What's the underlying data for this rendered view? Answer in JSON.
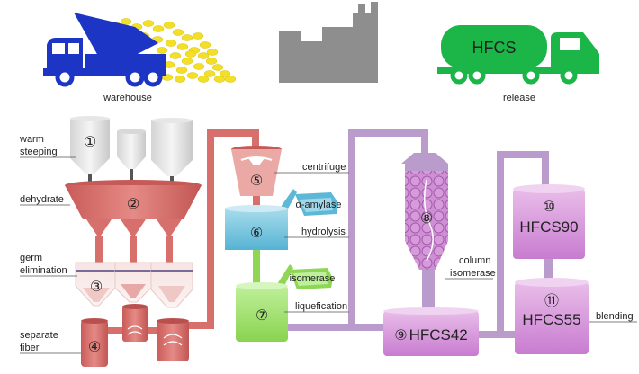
{
  "top": {
    "warehouse": "warehouse",
    "release": "release",
    "truck_text": "HFCS"
  },
  "labels": {
    "warm_steeping_1": "warm",
    "warm_steeping_2": "steeping",
    "dehydrate": "dehydrate",
    "germ_1": "germ",
    "germ_2": "elimination",
    "separate_1": "separate",
    "separate_2": "fiber",
    "centrifuge": "centrifuge",
    "a_amylase": "α-amylase",
    "hydrolysis": "hydrolysis",
    "isomerase": "isomerase",
    "liquefication": "liquefication",
    "column_1": "column",
    "column_2": "isomerase",
    "blending": "blending"
  },
  "steps": {
    "s1": "①",
    "s2": "②",
    "s3": "③",
    "s4": "④",
    "s5": "⑤",
    "s6": "⑥",
    "s7": "⑦",
    "s8": "⑧",
    "s9": "⑨",
    "s10": "⑩",
    "s11": "⑪"
  },
  "tanks": {
    "hfcs42": "HFCS42",
    "hfcs90": "HFCS90",
    "hfcs55": "HFCS55"
  },
  "colors": {
    "blue_truck": "#1c35c4",
    "corn": "#f3df25",
    "factory": "#8e8e8e",
    "green_truck": "#1bb548",
    "pink_pipe": "#d7706c",
    "purple_pipe": "#b99ccc",
    "purple_tank": "#c97fd2",
    "blue_tank": "#5db7d6",
    "green_tank": "#8fd655"
  }
}
